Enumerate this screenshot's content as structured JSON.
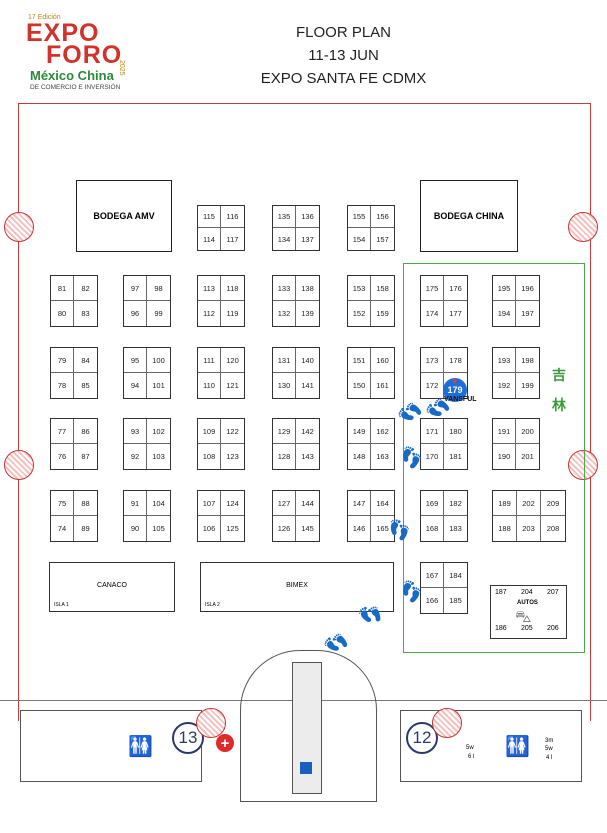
{
  "logo": {
    "edition": "17 Edición",
    "line1": "EXPO",
    "line2": "FORO",
    "line3": "México China",
    "line4": "DE COMERCIO E INVERSIÓN",
    "year": "2025"
  },
  "header": {
    "line1": "FLOOR PLAN",
    "line2": "11-13 JUN",
    "line3": "EXPO SANTA FE CDMX"
  },
  "bodegas": {
    "left": "BODEGA AMV",
    "right": "BODEGA CHINA"
  },
  "top_booths": [
    [
      "115",
      "116",
      "114",
      "117"
    ],
    [
      "135",
      "136",
      "134",
      "137"
    ],
    [
      "155",
      "156",
      "154",
      "157"
    ]
  ],
  "grid_booths": [
    [
      [
        "81",
        "82",
        "80",
        "83"
      ],
      [
        "97",
        "98",
        "96",
        "99"
      ],
      [
        "113",
        "118",
        "112",
        "119"
      ],
      [
        "133",
        "138",
        "132",
        "139"
      ],
      [
        "153",
        "158",
        "152",
        "159"
      ],
      [
        "175",
        "176",
        "174",
        "177"
      ],
      [
        "195",
        "196",
        "194",
        "197"
      ]
    ],
    [
      [
        "79",
        "84",
        "78",
        "85"
      ],
      [
        "95",
        "100",
        "94",
        "101"
      ],
      [
        "111",
        "120",
        "110",
        "121"
      ],
      [
        "131",
        "140",
        "130",
        "141"
      ],
      [
        "151",
        "160",
        "150",
        "161"
      ],
      [
        "173",
        "178",
        "172",
        ""
      ],
      [
        "193",
        "198",
        "192",
        "199"
      ]
    ],
    [
      [
        "77",
        "86",
        "76",
        "87"
      ],
      [
        "93",
        "102",
        "92",
        "103"
      ],
      [
        "109",
        "122",
        "108",
        "123"
      ],
      [
        "129",
        "142",
        "128",
        "143"
      ],
      [
        "149",
        "162",
        "148",
        "163"
      ],
      [
        "171",
        "180",
        "170",
        "181"
      ],
      [
        "191",
        "200",
        "190",
        "201"
      ]
    ],
    [
      [
        "75",
        "88",
        "74",
        "89"
      ],
      [
        "91",
        "104",
        "90",
        "105"
      ],
      [
        "107",
        "124",
        "106",
        "125"
      ],
      [
        "127",
        "144",
        "126",
        "145"
      ],
      [
        "147",
        "164",
        "146",
        "165"
      ],
      [
        "169",
        "182",
        "168",
        "183"
      ]
    ]
  ],
  "booth_189": [
    "189",
    "202",
    "209",
    "188",
    "203",
    "208"
  ],
  "booth_167": [
    "167",
    "184",
    "166",
    "185"
  ],
  "autos": {
    "label": "AUTOS",
    "tl": "187",
    "tm": "204",
    "tr": "207",
    "bl": "186",
    "bm": "205",
    "br": "206"
  },
  "wide": {
    "canaco": "CANACO",
    "canaco_sub": "ISLA 1",
    "bimex": "BIMEX",
    "bimex_sub": "ISLA 2"
  },
  "china_zone": {
    "char1": "吉",
    "char2": "林"
  },
  "highlight": {
    "number": "179",
    "name": "VANSFUL"
  },
  "entrances": {
    "left": "13",
    "right": "12"
  },
  "restroom": {
    "a": "5w",
    "b": "6 l",
    "c": "3m",
    "d": "5w",
    "e": "4 l"
  },
  "colors": {
    "hall_border": "#c83a3a",
    "china_zone": "#4aa84a",
    "pin": "#1d6fd8",
    "footprints": "#f0a020"
  }
}
